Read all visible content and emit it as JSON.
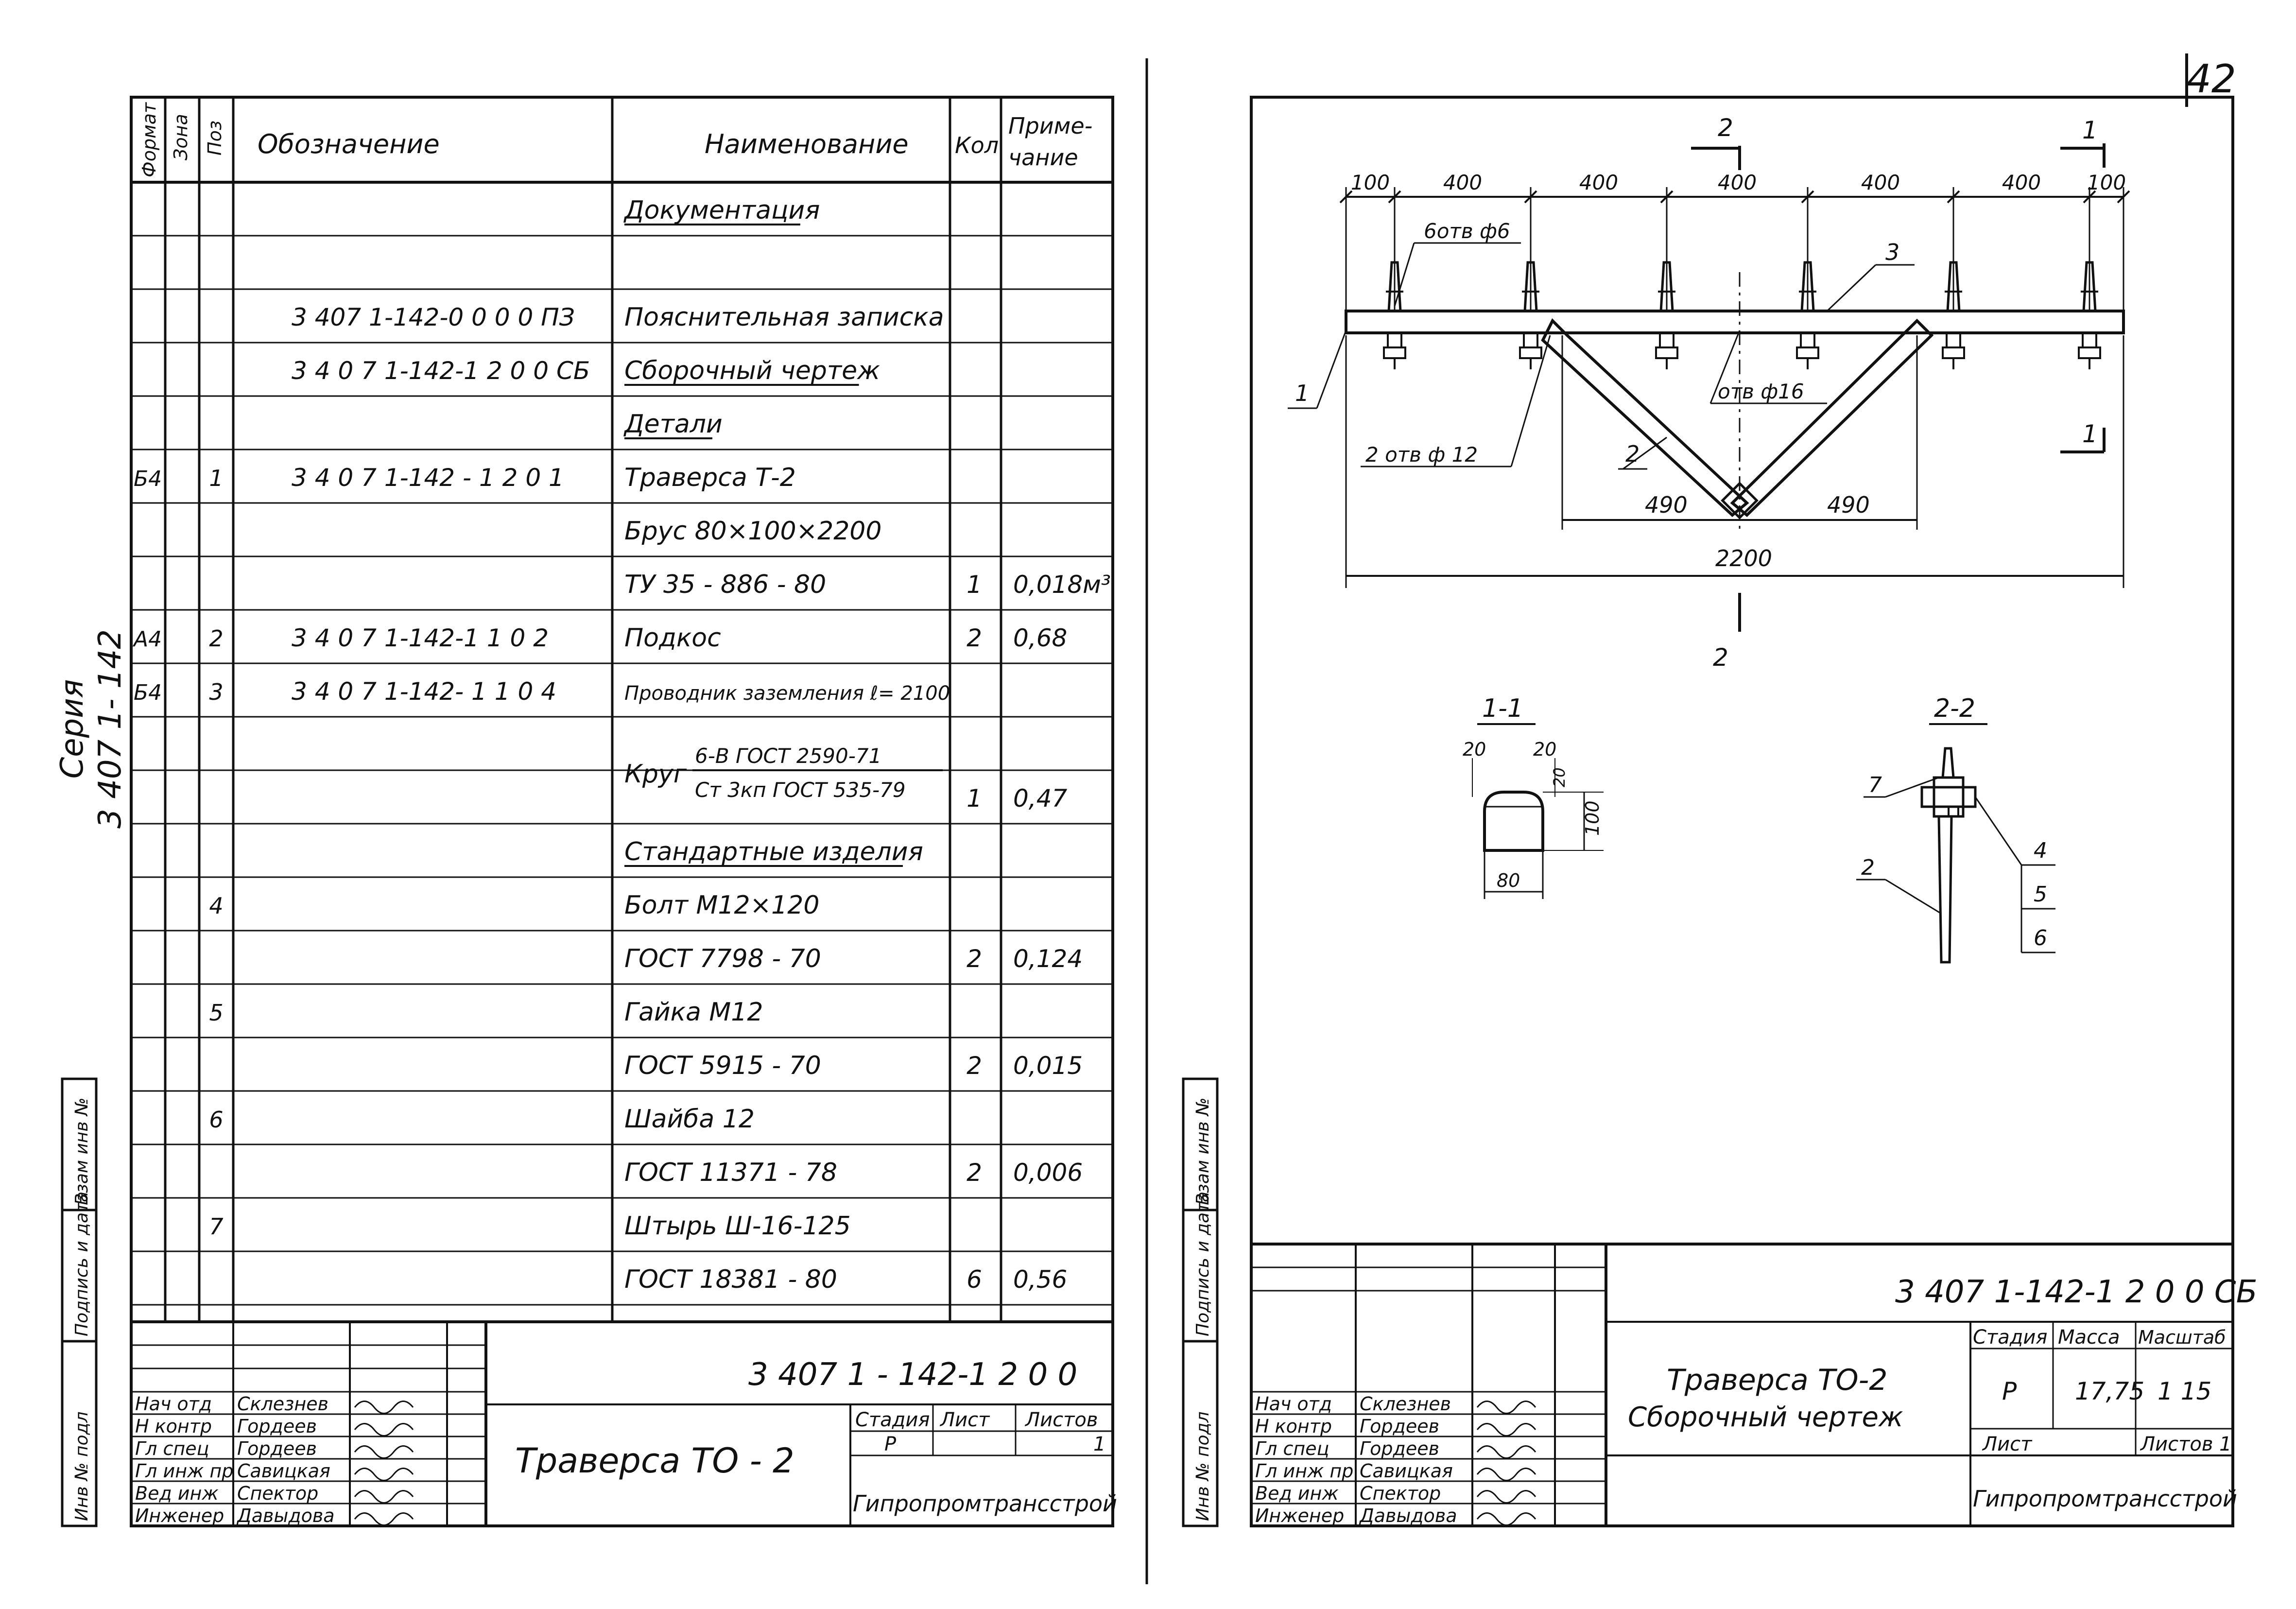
{
  "page_number": "42",
  "series_label": {
    "line1": "Серия",
    "line2": "3 407 1- 142"
  },
  "spec": {
    "headers": {
      "format": "Формат",
      "zone": "Зона",
      "pos": "Поз",
      "designation": "Обозначение",
      "name": "Наименование",
      "qty": "Кол",
      "note": "Приме- чание"
    },
    "rows": [
      {
        "format": "",
        "pos": "",
        "designation": "",
        "name": "Документация",
        "qty": "",
        "note": "",
        "style": "section"
      },
      {
        "format": "",
        "pos": "",
        "designation": "",
        "name": "",
        "qty": "",
        "note": ""
      },
      {
        "format": "",
        "pos": "",
        "designation": "3 407 1-142-0 0 0 0 ПЗ",
        "name": "Пояснительная записка",
        "qty": "",
        "note": ""
      },
      {
        "format": "",
        "pos": "",
        "designation": "3 4 0 7 1-142-1 2 0 0 СБ",
        "name": "Сборочный чертеж",
        "qty": "",
        "note": "",
        "style": "underline"
      },
      {
        "format": "",
        "pos": "",
        "designation": "",
        "name": "Детали",
        "qty": "",
        "note": "",
        "style": "section"
      },
      {
        "format": "Б4",
        "pos": "1",
        "designation": "3 4 0 7 1-142 - 1 2 0 1",
        "name": "Траверса Т-2",
        "qty": "",
        "note": ""
      },
      {
        "format": "",
        "pos": "",
        "designation": "",
        "name": "Брус 80×100×2200",
        "qty": "",
        "note": ""
      },
      {
        "format": "",
        "pos": "",
        "designation": "",
        "name": "ТУ 35 - 886 - 80",
        "qty": "1",
        "note": "0,018м³"
      },
      {
        "format": "А4",
        "pos": "2",
        "designation": "3 4 0 7 1-142-1 1 0 2",
        "name": "Подкос",
        "qty": "2",
        "note": "0,68"
      },
      {
        "format": "Б4",
        "pos": "3",
        "designation": "3 4 0 7 1-142- 1 1 0 4",
        "name": "Проводник заземления ℓ= 2100",
        "qty": "",
        "note": "",
        "style": "small"
      },
      {
        "format": "",
        "pos": "",
        "designation": "",
        "name": "",
        "qty": "",
        "note": "",
        "style": "krug"
      },
      {
        "format": "",
        "pos": "",
        "designation": "",
        "name": "",
        "qty": "1",
        "note": "0,47"
      },
      {
        "format": "",
        "pos": "",
        "designation": "",
        "name": "Стандартные изделия",
        "qty": "",
        "note": "",
        "style": "section"
      },
      {
        "format": "",
        "pos": "4",
        "designation": "",
        "name": "Болт М12×120",
        "qty": "",
        "note": ""
      },
      {
        "format": "",
        "pos": "",
        "designation": "",
        "name": "ГОСТ 7798 - 70",
        "qty": "2",
        "note": "0,124"
      },
      {
        "format": "",
        "pos": "5",
        "designation": "",
        "name": "Гайка М12",
        "qty": "",
        "note": ""
      },
      {
        "format": "",
        "pos": "",
        "designation": "",
        "name": "ГОСТ 5915 - 70",
        "qty": "2",
        "note": "0,015"
      },
      {
        "format": "",
        "pos": "6",
        "designation": "",
        "name": "Шайба 12",
        "qty": "",
        "note": ""
      },
      {
        "format": "",
        "pos": "",
        "designation": "",
        "name": "ГОСТ 11371 - 78",
        "qty": "2",
        "note": "0,006"
      },
      {
        "format": "",
        "pos": "7",
        "designation": "",
        "name": "Штырь Ш-16-125",
        "qty": "",
        "note": ""
      },
      {
        "format": "",
        "pos": "",
        "designation": "",
        "name": "ГОСТ 18381 - 80",
        "qty": "6",
        "note": "0,56"
      },
      {
        "format": "",
        "pos": "",
        "designation": "",
        "name": "",
        "qty": "",
        "note": ""
      }
    ],
    "krug": {
      "word": "Круг",
      "top": "6-В ГОСТ 2590-71",
      "bottom": "Ст 3кп ГОСТ 535-79"
    }
  },
  "side_labels": {
    "inv_orig": "Инв № подл",
    "sign_date": "Подпись и дата",
    "vzam": "Взам инв №"
  },
  "left_title": {
    "doc_number": "3 407 1 - 142-1 2 0 0",
    "title": "Траверса ТО - 2",
    "stage_h": "Стадия",
    "sheet_h": "Лист",
    "sheets_h": "Листов",
    "stage": "Р",
    "sheet": "",
    "sheets": "1",
    "org": "Гипропромтрансстрой",
    "people": [
      {
        "role": "Нач отд",
        "name": "Склезнев"
      },
      {
        "role": "Н контр",
        "name": "Гордеев"
      },
      {
        "role": "Гл спец",
        "name": "Гордеев"
      },
      {
        "role": "Гл инж пр",
        "name": "Савицкая"
      },
      {
        "role": "Вед инж",
        "name": "Спектор"
      },
      {
        "role": "Инженер",
        "name": "Давыдова"
      }
    ]
  },
  "right_title": {
    "doc_number": "3 407 1-142-1 2 0 0 СБ",
    "title1": "Траверса ТО-2",
    "title2": "Сборочный чертеж",
    "stage_h": "Стадия",
    "mass_h": "Масса",
    "scale_h": "Масштаб",
    "stage": "Р",
    "mass": "17,75",
    "scale": "1 15",
    "sheet_label": "Лист",
    "sheets_label": "Листов 1",
    "org": "Гипропромтрансстрой",
    "people": [
      {
        "role": "Нач отд",
        "name": "Склезнев"
      },
      {
        "role": "Н контр",
        "name": "Гордеев"
      },
      {
        "role": "Гл спец",
        "name": "Гордеев"
      },
      {
        "role": "Гл инж пр",
        "name": "Савицкая"
      },
      {
        "role": "Вед инж",
        "name": "Спектор"
      },
      {
        "role": "Инженер",
        "name": "Давыдова"
      }
    ]
  },
  "drawing": {
    "dims_top": [
      "100",
      "400",
      "400",
      "400",
      "400",
      "400",
      "100"
    ],
    "total": "2200",
    "half_left": "490",
    "half_right": "490",
    "holes_6": "6отв ф6",
    "hole_16": "отв ф16",
    "holes_2": "2 отв ф 12",
    "pos_labels": [
      "1",
      "2",
      "3",
      "4",
      "5",
      "6",
      "7"
    ],
    "cut_1": "1",
    "cut_2": "2",
    "section_11": "1-1",
    "section_22": "2-2",
    "sec_dims": [
      "20",
      "20",
      "20",
      "100",
      "80"
    ]
  }
}
